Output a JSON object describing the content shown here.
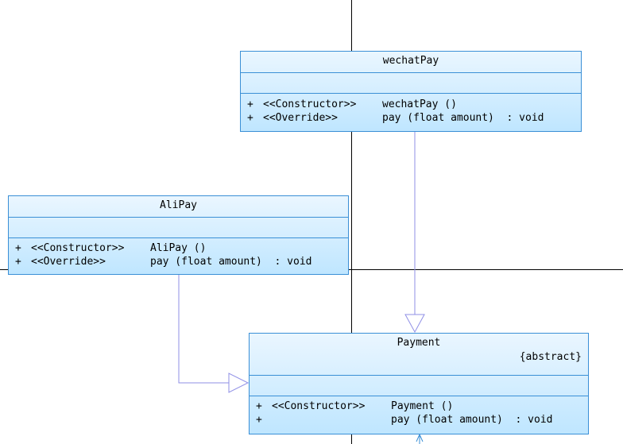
{
  "classes": {
    "wechatpay": {
      "name": "wechatPay",
      "operations": [
        {
          "visibility": "+",
          "stereotype": "<<Constructor>>",
          "signature": "wechatPay ()"
        },
        {
          "visibility": "+",
          "stereotype": "<<Override>>",
          "signature": "pay (float amount)  : void"
        }
      ]
    },
    "alipay": {
      "name": "AliPay",
      "operations": [
        {
          "visibility": "+",
          "stereotype": "<<Constructor>>",
          "signature": "AliPay ()"
        },
        {
          "visibility": "+",
          "stereotype": "<<Override>>",
          "signature": "pay (float amount)  : void"
        }
      ]
    },
    "payment": {
      "name": "Payment",
      "tag": "{abstract}",
      "operations": [
        {
          "visibility": "+",
          "stereotype": "<<Constructor>>",
          "signature": "Payment ()"
        },
        {
          "visibility": "+",
          "stereotype": "",
          "signature": "pay (float amount)  : void"
        }
      ]
    }
  },
  "colors": {
    "class_border": "#3a8fd6",
    "class_fill_top": "#eaf6ff",
    "class_fill_bottom": "#bfe6ff",
    "generalization_line": "#8f8fe6",
    "axis_line": "#000000"
  }
}
